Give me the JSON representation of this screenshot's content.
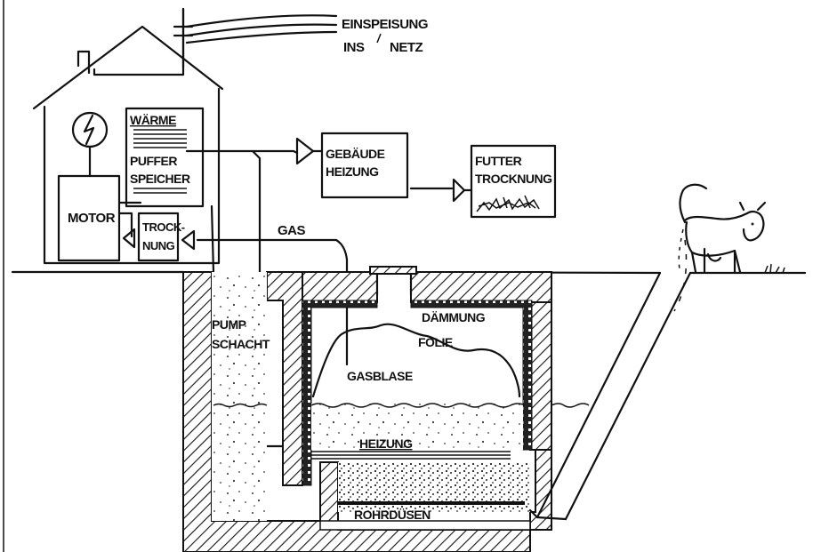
{
  "labels": {
    "einspeisung": "EINSPEISUNG",
    "ins_netz_1": "INS",
    "ins_netz_2": "NETZ",
    "waerme": "WÄRME",
    "puffer": "PUFFER",
    "speicher": "SPEICHER",
    "motor": "MOTOR",
    "trock": "TROCK-",
    "nung": "NUNG",
    "gebaeude": "GEBÄUDE",
    "heizung_box": "HEIZUNG",
    "futter": "FUTTER",
    "trocknung": "TROCKNUNG",
    "gas": "GAS",
    "pump": "PUMP",
    "schacht": "SCHACHT",
    "daemmung": "DÄMMUNG",
    "folie": "FOLIE",
    "gasblase": "GASBLASE",
    "heizung_tank": "HEIZUNG",
    "rohrduesen": "ROHRDÜSEN"
  },
  "icons": {
    "generator": "lightning-bolt-circle",
    "cow": "cow",
    "power_pole": "utility-pole"
  },
  "colors": {
    "ink": "#111111",
    "paper": "#ffffff"
  }
}
